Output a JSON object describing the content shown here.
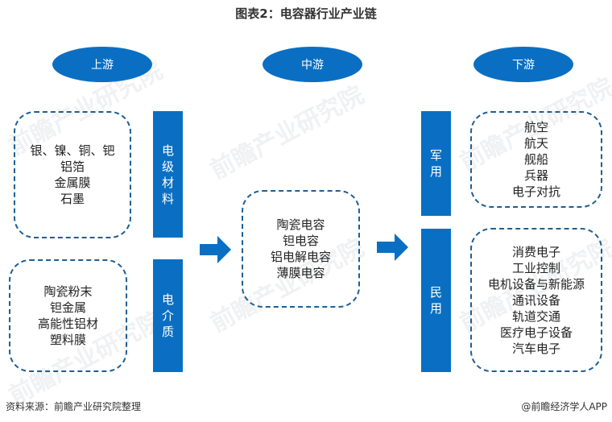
{
  "title": "图表2：电容器行业产业链",
  "stages": {
    "upstream": "上游",
    "midstream": "中游",
    "downstream": "下游"
  },
  "upstream": {
    "electrode": {
      "label_chars": [
        "电",
        "级",
        "材",
        "料"
      ],
      "items": [
        "银、镍、铜、钯",
        "铝箔",
        "金属膜",
        "石墨"
      ]
    },
    "dielectric": {
      "label_chars": [
        "电",
        "介",
        "质"
      ],
      "items": [
        "陶瓷粉末",
        "钽金属",
        "高能性铝材",
        "塑料膜"
      ]
    }
  },
  "midstream": {
    "items": [
      "陶瓷电容",
      "钽电容",
      "铝电解电容",
      "薄膜电容"
    ]
  },
  "downstream": {
    "military": {
      "label_chars": [
        "军",
        "用"
      ],
      "items": [
        "航空",
        "航天",
        "舰船",
        "兵器",
        "电子对抗"
      ]
    },
    "civilian": {
      "label_chars": [
        "民",
        "用"
      ],
      "items": [
        "消费电子",
        "工业控制",
        "电机设备与新能源",
        "通讯设备",
        "轨道交通",
        "医疗电子设备",
        "汽车电子"
      ]
    }
  },
  "footer": {
    "source": "资料来源：前瞻产业研究院整理",
    "credit": "@前瞻经济学人APP"
  },
  "watermark": "前瞻产业研究院",
  "icons": {
    "flow_arrow": "right-arrow-icon"
  },
  "colors": {
    "accent": "#0a6fc2",
    "dash": "#1f5f92"
  }
}
